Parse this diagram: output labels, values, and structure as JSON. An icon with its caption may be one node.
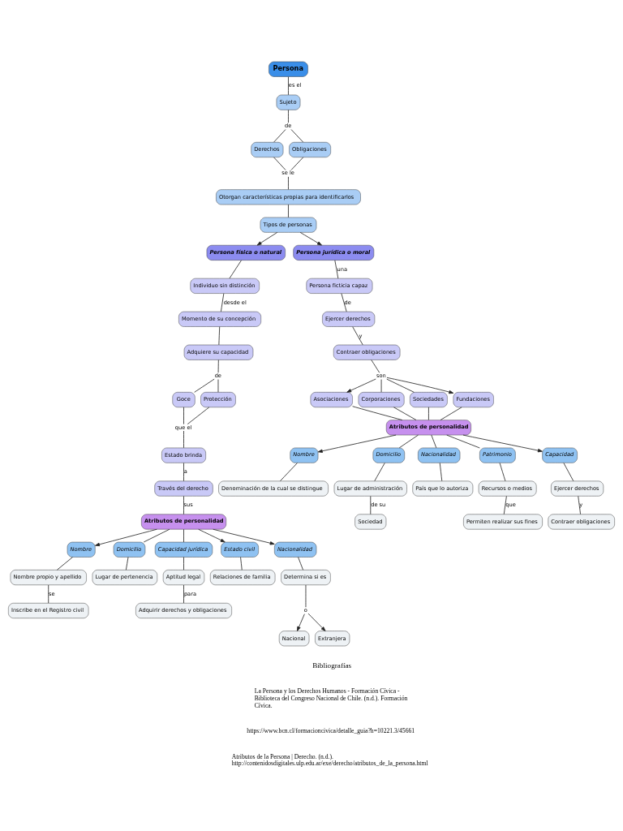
{
  "diagram": {
    "nodes": [
      {
        "text": [
          "Persona"
        ]
      },
      {
        "text": [
          "Sujeto"
        ]
      },
      {
        "text": [
          "de"
        ]
      },
      {
        "text": [
          "Derechos"
        ]
      },
      {
        "text": [
          "Obligaciones"
        ]
      },
      {
        "text": [
          "se le"
        ]
      },
      {
        "text": [
          "Otorgan características propias para identificarlos"
        ]
      },
      {
        "text": [
          "Tipos de personas"
        ]
      },
      {
        "text": [
          "Persona física o natural"
        ]
      },
      {
        "text": [
          "Persona jurídica o moral"
        ]
      },
      {
        "text": [
          "Individuo sin distinción"
        ]
      },
      {
        "text": [
          "Momento de su concepción"
        ]
      },
      {
        "text": [
          "Adquiere su capacidad"
        ]
      },
      {
        "text": [
          "de"
        ]
      },
      {
        "text": [
          "Goce"
        ]
      },
      {
        "text": [
          "Protección"
        ]
      },
      {
        "text": [
          "que el"
        ]
      },
      {
        "text": [
          "Estado brinda"
        ]
      },
      {
        "text": [
          "Través del derecho"
        ]
      },
      {
        "text": [
          "Atributos de personalidad"
        ]
      },
      {
        "text": [
          "Nombre"
        ]
      },
      {
        "text": [
          "Domicilio"
        ]
      },
      {
        "text": [
          "Capacidad jurídica"
        ]
      },
      {
        "text": [
          "Estado civil"
        ]
      },
      {
        "text": [
          "Nacionalidad"
        ]
      },
      {
        "text": [
          "Nombre propio y apellido"
        ]
      },
      {
        "text": [
          "Lugar de pertenencia"
        ]
      },
      {
        "text": [
          "Aptitud legal"
        ]
      },
      {
        "text": [
          "Relaciones de familia"
        ]
      },
      {
        "text": [
          "Determina si es"
        ]
      },
      {
        "text": [
          "Inscribe en el Registro civil"
        ]
      },
      {
        "text": [
          "Adquirir derechos y obligaciones"
        ]
      },
      {
        "text": [
          "o"
        ]
      },
      {
        "text": [
          "Nacional"
        ]
      },
      {
        "text": [
          "Extranjera"
        ]
      },
      {
        "text": [
          "Persona ficticia capaz"
        ]
      },
      {
        "text": [
          "Ejercer derechos"
        ]
      },
      {
        "text": [
          "Contraer obligaciones"
        ]
      },
      {
        "text": [
          "son"
        ]
      },
      {
        "text": [
          "Asociaciones"
        ]
      },
      {
        "text": [
          "Corporaciones"
        ]
      },
      {
        "text": [
          "Sociedades"
        ]
      },
      {
        "text": [
          "Fundaciones"
        ]
      },
      {
        "text": [
          "Atributos de personalidad"
        ]
      },
      {
        "text": [
          "Nombre"
        ]
      },
      {
        "text": [
          "Domicilio"
        ]
      },
      {
        "text": [
          "Nacionalidad"
        ]
      },
      {
        "text": [
          "Patrimonio"
        ]
      },
      {
        "text": [
          "Capacidad"
        ]
      },
      {
        "text": [
          "Denominación de la cual se distingue"
        ]
      },
      {
        "text": [
          "Lugar de administración"
        ]
      },
      {
        "text": [
          "País que lo autoriza"
        ]
      },
      {
        "text": [
          "Recursos o medios"
        ]
      },
      {
        "text": [
          "Ejercer derechos"
        ]
      },
      {
        "text": [
          "Sociedad"
        ]
      },
      {
        "text": [
          "Permiten realizar sus fines"
        ]
      },
      {
        "text": [
          "Contraer obligaciones"
        ]
      }
    ],
    "edges": [
      {
        "from": 0,
        "to": 1,
        "arrow": "none",
        "label": "es el"
      },
      {
        "from": 1,
        "to": 2,
        "arrow": "none"
      },
      {
        "from": 2,
        "to": 3,
        "arrow": "none"
      },
      {
        "from": 2,
        "to": 4,
        "arrow": "none"
      },
      {
        "from": 3,
        "to": 5,
        "arrow": "none"
      },
      {
        "from": 4,
        "to": 5,
        "arrow": "none"
      },
      {
        "from": 5,
        "to": 6,
        "arrow": "none"
      },
      {
        "from": 6,
        "to": 7,
        "arrow": "none"
      },
      {
        "from": 7,
        "to": 8,
        "arrow": "to"
      },
      {
        "from": 7,
        "to": 9,
        "arrow": "to"
      },
      {
        "from": 8,
        "to": 10,
        "arrow": "none"
      },
      {
        "from": 10,
        "to": 11,
        "arrow": "none",
        "label": "desde el"
      },
      {
        "from": 11,
        "to": 12,
        "arrow": "none"
      },
      {
        "from": 12,
        "to": 13,
        "arrow": "none"
      },
      {
        "from": 13,
        "to": 14,
        "arrow": "none"
      },
      {
        "from": 13,
        "to": 15,
        "arrow": "none"
      },
      {
        "from": 14,
        "to": 16,
        "arrow": "none"
      },
      {
        "from": 15,
        "to": 16,
        "arrow": "none"
      },
      {
        "from": 16,
        "to": 17,
        "arrow": "none"
      },
      {
        "from": 17,
        "to": 18,
        "arrow": "none",
        "label": "a"
      },
      {
        "from": 18,
        "to": 19,
        "arrow": "none",
        "label": "sus"
      },
      {
        "from": 19,
        "to": 20,
        "arrow": "to"
      },
      {
        "from": 19,
        "to": 21,
        "arrow": "none"
      },
      {
        "from": 19,
        "to": 22,
        "arrow": "none"
      },
      {
        "from": 19,
        "to": 23,
        "arrow": "to"
      },
      {
        "from": 19,
        "to": 24,
        "arrow": "to"
      },
      {
        "from": 20,
        "to": 25,
        "arrow": "none"
      },
      {
        "from": 21,
        "to": 26,
        "arrow": "none"
      },
      {
        "from": 22,
        "to": 27,
        "arrow": "none"
      },
      {
        "from": 23,
        "to": 28,
        "arrow": "none"
      },
      {
        "from": 24,
        "to": 29,
        "arrow": "none"
      },
      {
        "from": 25,
        "to": 30,
        "arrow": "none",
        "label": "se"
      },
      {
        "from": 27,
        "to": 31,
        "arrow": "none",
        "label": "para"
      },
      {
        "from": 29,
        "to": 32,
        "arrow": "none"
      },
      {
        "from": 32,
        "to": 33,
        "arrow": "to"
      },
      {
        "from": 32,
        "to": 34,
        "arrow": "to"
      },
      {
        "from": 9,
        "to": 35,
        "arrow": "none",
        "label": "una"
      },
      {
        "from": 35,
        "to": 36,
        "arrow": "none",
        "label": "de"
      },
      {
        "from": 36,
        "to": 37,
        "arrow": "none",
        "label": "y"
      },
      {
        "from": 37,
        "to": 38,
        "arrow": "none"
      },
      {
        "from": 38,
        "to": 39,
        "arrow": "to"
      },
      {
        "from": 38,
        "to": 40,
        "arrow": "none"
      },
      {
        "from": 38,
        "to": 41,
        "arrow": "none"
      },
      {
        "from": 38,
        "to": 42,
        "arrow": "to"
      },
      {
        "from": 39,
        "to": 43,
        "arrow": "none"
      },
      {
        "from": 40,
        "to": 43,
        "arrow": "none"
      },
      {
        "from": 41,
        "to": 43,
        "arrow": "none"
      },
      {
        "from": 42,
        "to": 43,
        "arrow": "none"
      },
      {
        "from": 43,
        "to": 44,
        "arrow": "to"
      },
      {
        "from": 43,
        "to": 45,
        "arrow": "none"
      },
      {
        "from": 43,
        "to": 46,
        "arrow": "none"
      },
      {
        "from": 43,
        "to": 47,
        "arrow": "none"
      },
      {
        "from": 43,
        "to": 48,
        "arrow": "to"
      },
      {
        "from": 44,
        "to": 49,
        "arrow": "none"
      },
      {
        "from": 45,
        "to": 50,
        "arrow": "none"
      },
      {
        "from": 46,
        "to": 51,
        "arrow": "none"
      },
      {
        "from": 47,
        "to": 52,
        "arrow": "none"
      },
      {
        "from": 48,
        "to": 53,
        "arrow": "none"
      },
      {
        "from": 50,
        "to": 54,
        "arrow": "none",
        "label": "de su"
      },
      {
        "from": 52,
        "to": 55,
        "arrow": "none",
        "label": "que"
      },
      {
        "from": 53,
        "to": 56,
        "arrow": "none",
        "label": "y"
      }
    ],
    "labels": [
      "Bibliografías",
      "La Persona y los Derechos Humanos - Formación Cívica - Biblioteca del Congreso Nacional de Chile. (n.d.). Formación Cívica.",
      "https://www.bcn.cl/formacioncivica/detalle_guia?h=10221.3/45661",
      "Atributos de la Persona | Derecho. (n.d.). http://contenidosdigitales.ulp.edu.ar/exe/derecho/atributos_de_la_persona.html"
    ]
  }
}
